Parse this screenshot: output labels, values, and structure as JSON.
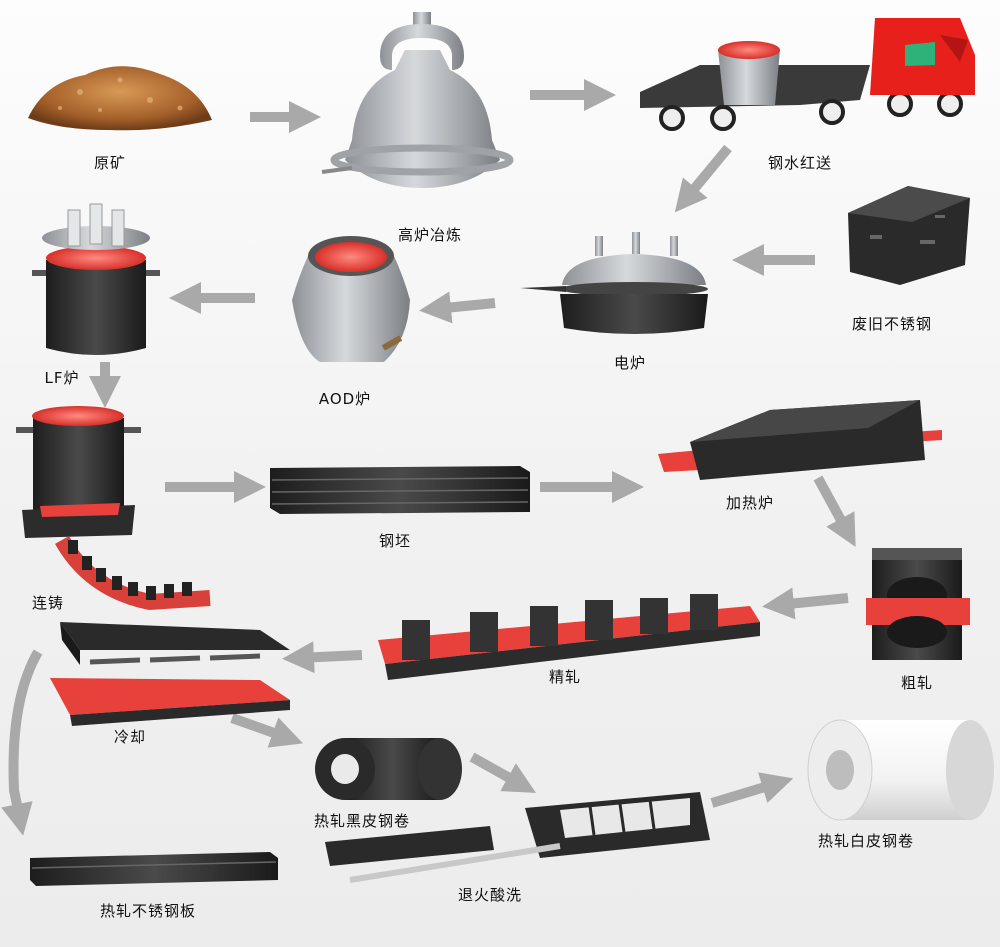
{
  "stages": {
    "ore": "原矿",
    "blast_furnace": "高炉冶炼",
    "hot_metal_transport": "钢水红送",
    "scrap": "废旧不锈钢",
    "electric_furnace": "电炉",
    "aod_furnace": "AOD炉",
    "lf_furnace": "LF炉",
    "continuous_casting": "连铸",
    "billet": "钢坯",
    "reheating_furnace": "加热炉",
    "rough_rolling": "粗轧",
    "finish_rolling": "精轧",
    "cooling": "冷却",
    "black_coil": "热轧黑皮钢卷",
    "annealing_pickling": "退火酸洗",
    "white_coil": "热轧白皮钢卷",
    "hot_rolled_plate": "热轧不锈钢板"
  },
  "colors": {
    "arrow": "#a9a9a9",
    "molten": "#e8403a",
    "steel_dark": "#2b2b2b",
    "furnace_gray": "#b8bcc0",
    "truck_red": "#e8201c"
  }
}
